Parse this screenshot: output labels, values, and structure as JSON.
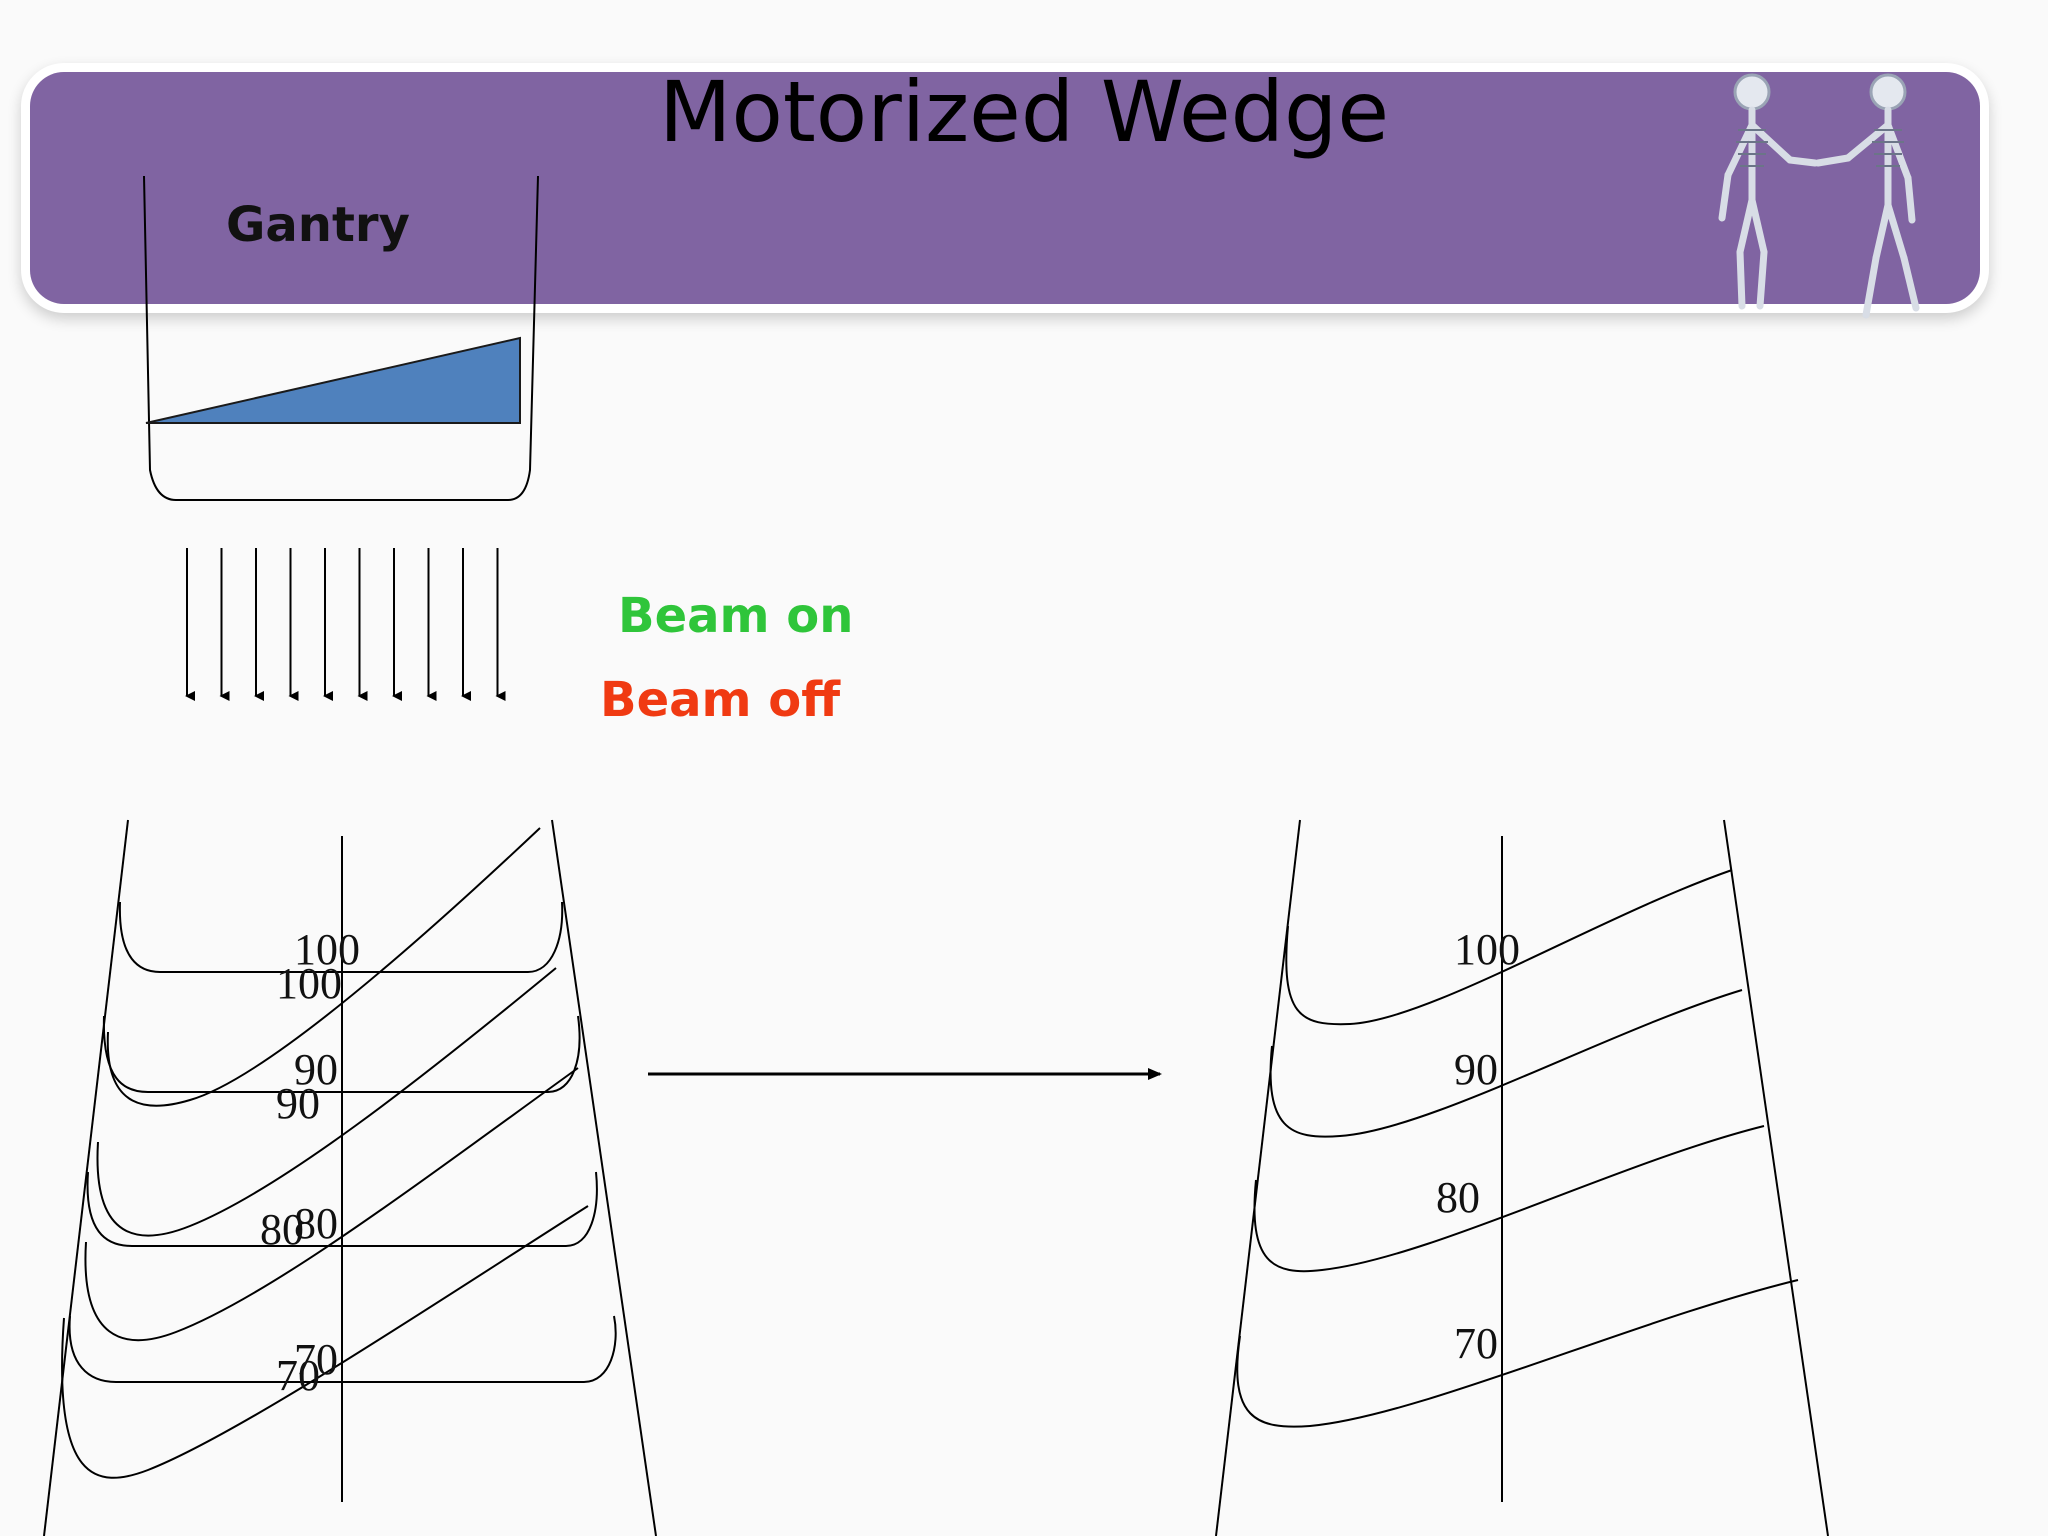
{
  "slide": {
    "title": "Motorized Wedge",
    "gantry_label": "Gantry",
    "beam_on": "Beam on",
    "beam_off": "Beam off"
  },
  "colors": {
    "header_band": "#8064a2",
    "wedge_fill": "#4f81bd",
    "beam_on": "#2fc53a",
    "beam_off": "#f03a12"
  },
  "left_panel": {
    "flat_labels": [
      "100",
      "90",
      "80",
      "70"
    ],
    "wedged_labels": [
      "100",
      "90",
      "80",
      "70"
    ]
  },
  "right_panel": {
    "labels": [
      "100",
      "90",
      "80",
      "70"
    ]
  },
  "icons": {
    "gantry": "gantry-head-icon",
    "wedge": "wedge-icon",
    "skeletons": "skeletons-handshake-icon"
  }
}
